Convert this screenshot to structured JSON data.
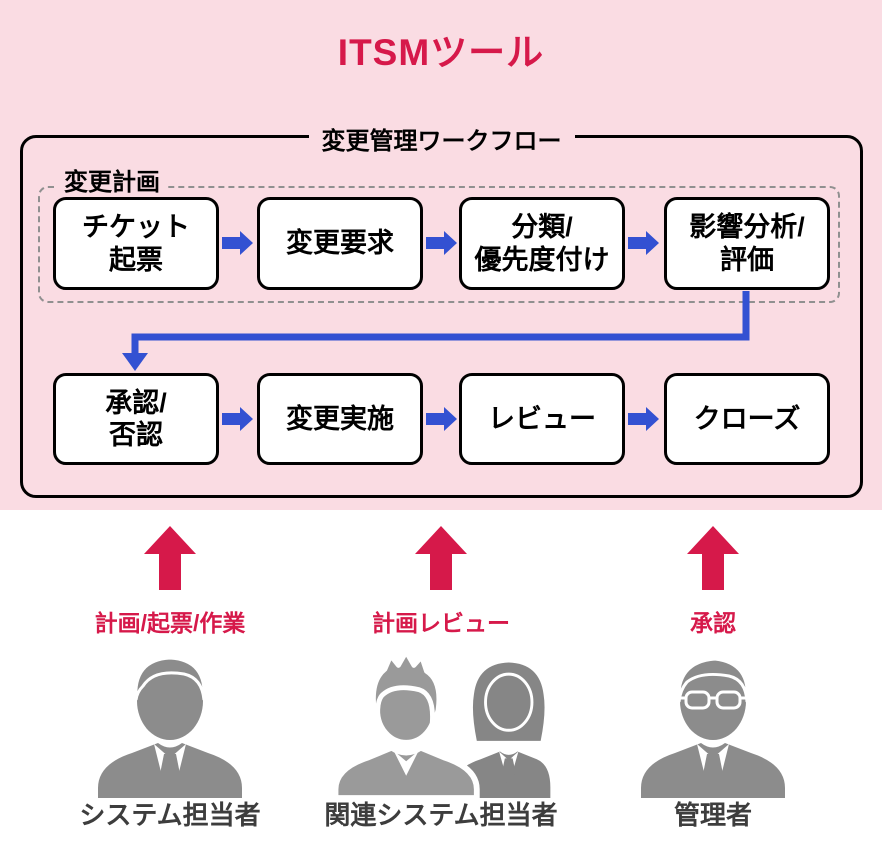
{
  "title": "ITSMツール",
  "colors": {
    "background_pink": "#fadce3",
    "accent_crimson": "#d6194a",
    "flow_blue": "#3351d2",
    "icon_gray": "#8c8c8c"
  },
  "workflow": {
    "frame_label": "変更管理ワークフロー",
    "plan_group_label": "変更計画",
    "row1": {
      "step1": "チケット\n起票",
      "step2": "変更要求",
      "step3": "分類/\n優先度付け",
      "step4": "影響分析/\n評価"
    },
    "row2": {
      "step1": "承認/\n否認",
      "step2": "変更実施",
      "step3": "レビュー",
      "step4": "クローズ"
    }
  },
  "actors": {
    "left": {
      "activity": "計画/起票/作業",
      "name": "システム担当者"
    },
    "middle": {
      "activity": "計画レビュー",
      "name": "関連システム担当者"
    },
    "right": {
      "activity": "承認",
      "name": "管理者"
    }
  }
}
